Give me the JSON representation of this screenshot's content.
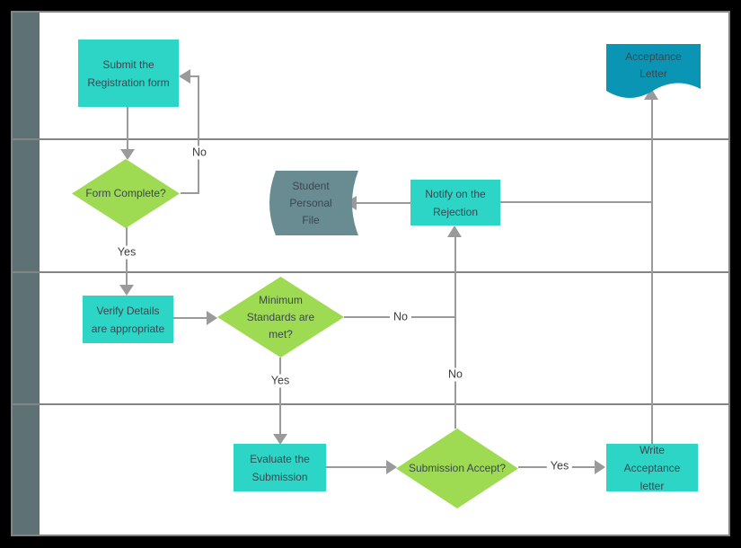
{
  "colors": {
    "background": "#000000",
    "canvas": "#ffffff",
    "process": "#2cd5c6",
    "decision": "#9edb52",
    "stored": "#698c93",
    "document": "#0b95b4",
    "lane-bar": "#5e7175",
    "grid": "#848484",
    "line": "#9a9a9a",
    "node-text": "#3a4750",
    "label-text": "#3d3d3d"
  },
  "lanes": {
    "count": 4,
    "orientation": "horizontal",
    "labels": [
      "",
      "",
      "",
      ""
    ]
  },
  "nodes": {
    "submit_form": {
      "label": "Submit the Registration form",
      "type": "process"
    },
    "form_complete": {
      "label": "Form Complete?",
      "type": "decision"
    },
    "student_personal_file": {
      "label": "Student Personal File",
      "type": "stored-data"
    },
    "notify_rejection": {
      "label": "Notify on the Rejection",
      "type": "process"
    },
    "acceptance_letter": {
      "label": "Acceptance Letter",
      "type": "document"
    },
    "verify_details": {
      "label": "Verify Details are appropriate",
      "type": "process"
    },
    "minimum_standards": {
      "label": "Minimum Standards  are met?",
      "type": "decision"
    },
    "evaluate_submission": {
      "label": "Evaluate the Submission",
      "type": "process"
    },
    "submission_accept": {
      "label": "Submission Accept?",
      "type": "decision"
    },
    "write_acceptance": {
      "label": "Write Acceptance letter",
      "type": "process"
    }
  },
  "edge_labels": {
    "form_complete_no": "No",
    "form_complete_yes": "Yes",
    "minimum_standards_no": "No",
    "minimum_standards_yes": "Yes",
    "submission_accept_no": "No",
    "submission_accept_yes": "Yes"
  },
  "edges": [
    {
      "from": "submit_form",
      "to": "form_complete",
      "label": ""
    },
    {
      "from": "form_complete",
      "to": "submit_form",
      "label": "No"
    },
    {
      "from": "form_complete",
      "to": "verify_details",
      "label": "Yes"
    },
    {
      "from": "verify_details",
      "to": "minimum_standards",
      "label": ""
    },
    {
      "from": "minimum_standards",
      "to": "notify_rejection",
      "label": "No"
    },
    {
      "from": "minimum_standards",
      "to": "evaluate_submission",
      "label": "Yes"
    },
    {
      "from": "evaluate_submission",
      "to": "submission_accept",
      "label": ""
    },
    {
      "from": "submission_accept",
      "to": "write_acceptance",
      "label": "Yes"
    },
    {
      "from": "submission_accept",
      "to": "notify_rejection",
      "label": "No"
    },
    {
      "from": "notify_rejection",
      "to": "student_personal_file",
      "label": ""
    },
    {
      "from": "write_acceptance",
      "to": "acceptance_letter",
      "label": ""
    }
  ]
}
